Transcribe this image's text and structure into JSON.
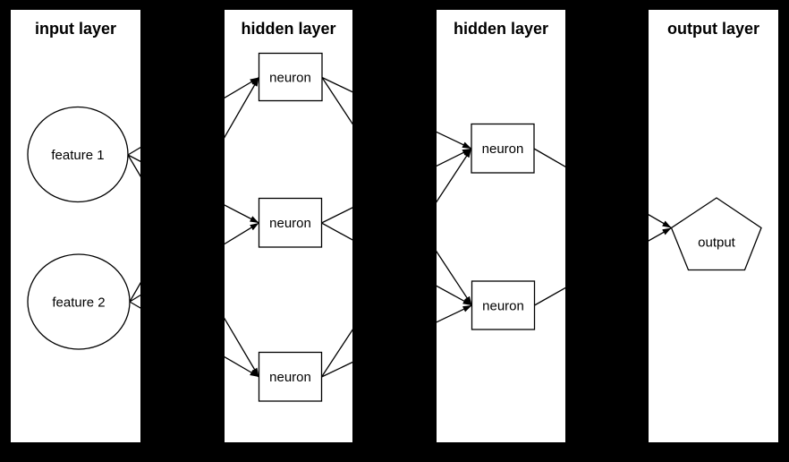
{
  "diagram": {
    "type": "neural-network-graph",
    "colors": {
      "background": "#000000",
      "panel": "#ffffff",
      "stroke": "#000000",
      "text": "#000000"
    },
    "layers": [
      {
        "id": "input-layer",
        "title": "input layer",
        "nodes": [
          {
            "id": "feature-1",
            "label": "feature 1",
            "shape": "ellipse"
          },
          {
            "id": "feature-2",
            "label": "feature 2",
            "shape": "ellipse"
          }
        ]
      },
      {
        "id": "hidden-layer-1",
        "title": "hidden layer",
        "nodes": [
          {
            "id": "neuron-1",
            "label": "neuron",
            "shape": "box"
          },
          {
            "id": "neuron-2",
            "label": "neuron",
            "shape": "box"
          },
          {
            "id": "neuron-3",
            "label": "neuron",
            "shape": "box"
          }
        ]
      },
      {
        "id": "hidden-layer-2",
        "title": "hidden layer",
        "nodes": [
          {
            "id": "neuron-4",
            "label": "neuron",
            "shape": "box"
          },
          {
            "id": "neuron-5",
            "label": "neuron",
            "shape": "box"
          }
        ]
      },
      {
        "id": "output-layer",
        "title": "output layer",
        "nodes": [
          {
            "id": "output",
            "label": "output",
            "shape": "pentagon"
          }
        ]
      }
    ],
    "edges": [
      {
        "from": "feature-1",
        "to": "neuron-1"
      },
      {
        "from": "feature-1",
        "to": "neuron-2"
      },
      {
        "from": "feature-1",
        "to": "neuron-3"
      },
      {
        "from": "feature-2",
        "to": "neuron-1"
      },
      {
        "from": "feature-2",
        "to": "neuron-2"
      },
      {
        "from": "feature-2",
        "to": "neuron-3"
      },
      {
        "from": "neuron-1",
        "to": "neuron-4"
      },
      {
        "from": "neuron-1",
        "to": "neuron-5"
      },
      {
        "from": "neuron-2",
        "to": "neuron-4"
      },
      {
        "from": "neuron-2",
        "to": "neuron-5"
      },
      {
        "from": "neuron-3",
        "to": "neuron-4"
      },
      {
        "from": "neuron-3",
        "to": "neuron-5"
      },
      {
        "from": "neuron-4",
        "to": "output"
      },
      {
        "from": "neuron-5",
        "to": "output"
      }
    ]
  }
}
